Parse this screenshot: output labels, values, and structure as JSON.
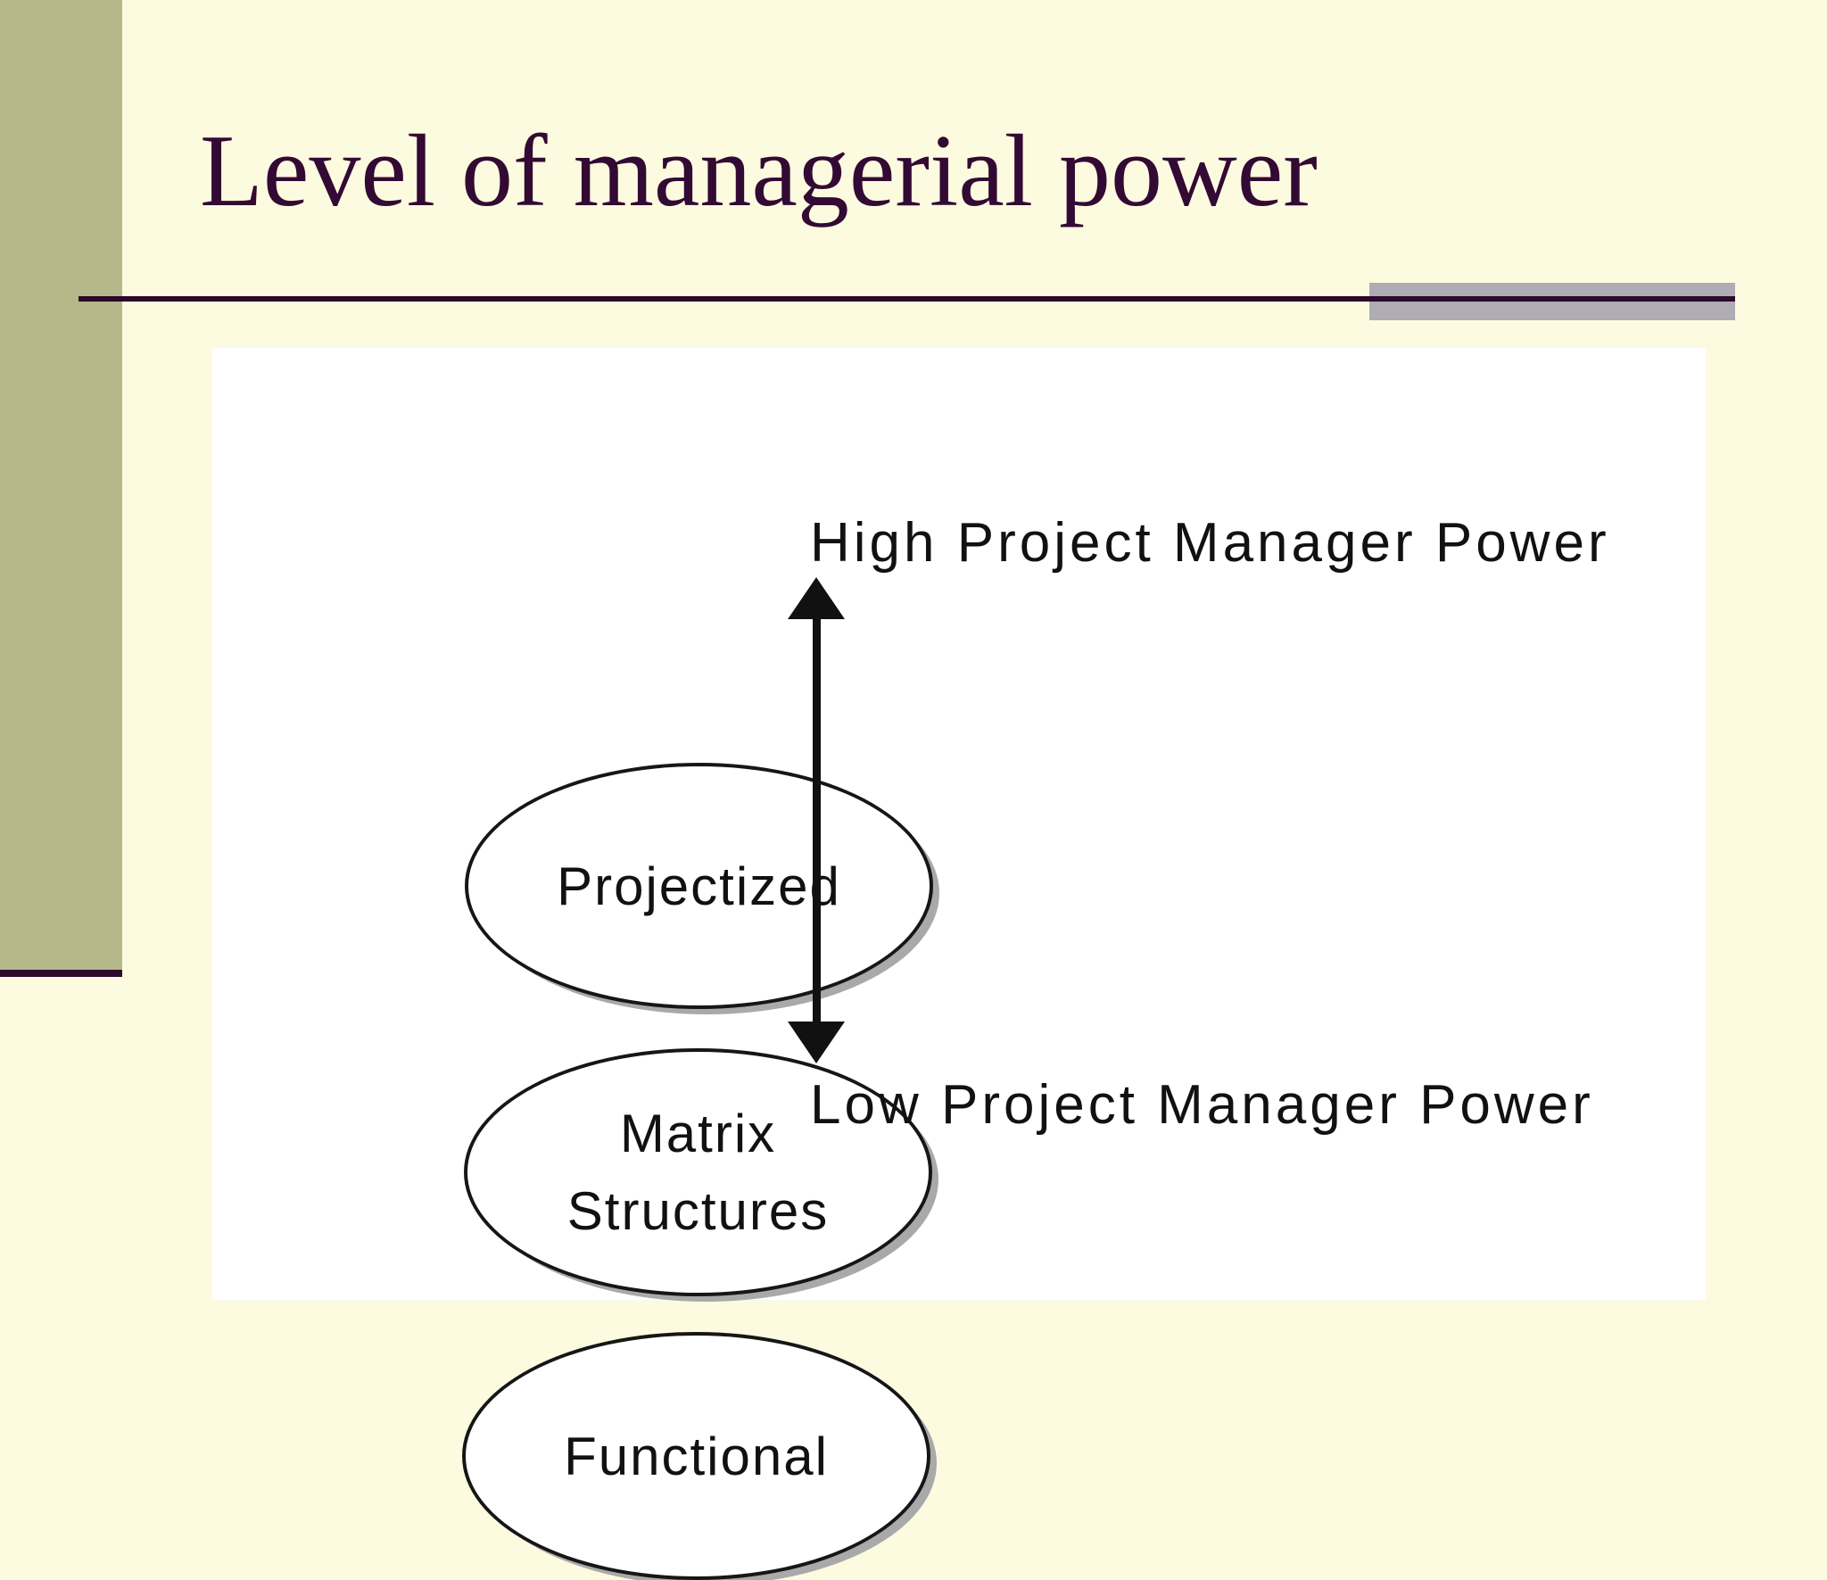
{
  "slide": {
    "title": "Level of managerial power"
  },
  "colors": {
    "background": "#fcfbe0",
    "sidebar_accent": "#b7b88a",
    "title_text": "#330a33",
    "divider_line": "#2a092a",
    "divider_gray_bar": "#afacb4",
    "panel_background": "#ffffff",
    "diagram_ink": "#111111",
    "ellipse_shadow": "#a9a9a9"
  },
  "diagram": {
    "ellipses": [
      {
        "label": "Projectized",
        "lines": [
          "Projectized"
        ]
      },
      {
        "label": "Matrix Structures",
        "lines": [
          "Matrix",
          "Structures"
        ]
      },
      {
        "label": "Functional",
        "lines": [
          "Functional"
        ]
      }
    ],
    "arrow": {
      "type": "vertical-double-headed"
    },
    "high_label": "High Project Manager Power",
    "low_label": "Low Project Manager Power"
  }
}
